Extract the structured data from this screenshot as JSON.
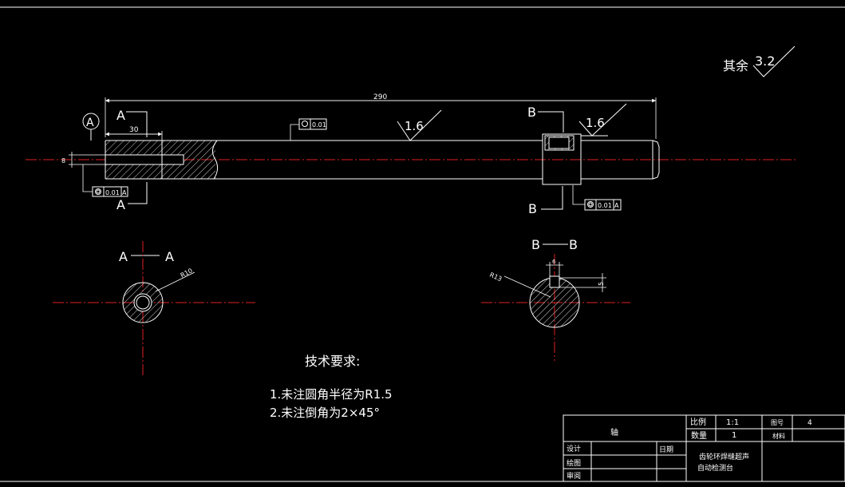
{
  "colors": {
    "background": "#000000",
    "line": "#ffffff",
    "centerline": "#e02020"
  },
  "surface_note": {
    "label": "其余",
    "value": "3.2"
  },
  "dimensions": {
    "overall_length": "290",
    "left_length": "30",
    "diameter": "8",
    "key_width": "6",
    "key_depth": "5"
  },
  "roughness": {
    "mid": "1.6",
    "right": "1.6"
  },
  "datum": {
    "letter": "A"
  },
  "tolerance": {
    "value": "0.01",
    "ref": "A"
  },
  "sections": {
    "a_mark": "A",
    "b_mark": "B",
    "a_title_left": "A",
    "a_title_right": "A",
    "b_title_left": "B",
    "b_title_right": "B",
    "a_radius": "R10",
    "b_radius": "R13"
  },
  "requirements": {
    "title": "技术要求:",
    "items": [
      "1.未注圆角半径为R1.5",
      "2.未注倒角为2×45°"
    ]
  },
  "title_block": {
    "part_name": "轴",
    "scale_label": "比例",
    "scale_value": "1:1",
    "drawing_no_label": "图号",
    "drawing_no_value": "4",
    "qty_label": "数量",
    "qty_value": "1",
    "material_label": "材料",
    "design_label": "设计",
    "date_label": "日期",
    "draw_label": "绘图",
    "review_label": "审阅",
    "project_line1": "齿轮环焊缝超声",
    "project_line2": "自动检测台"
  }
}
